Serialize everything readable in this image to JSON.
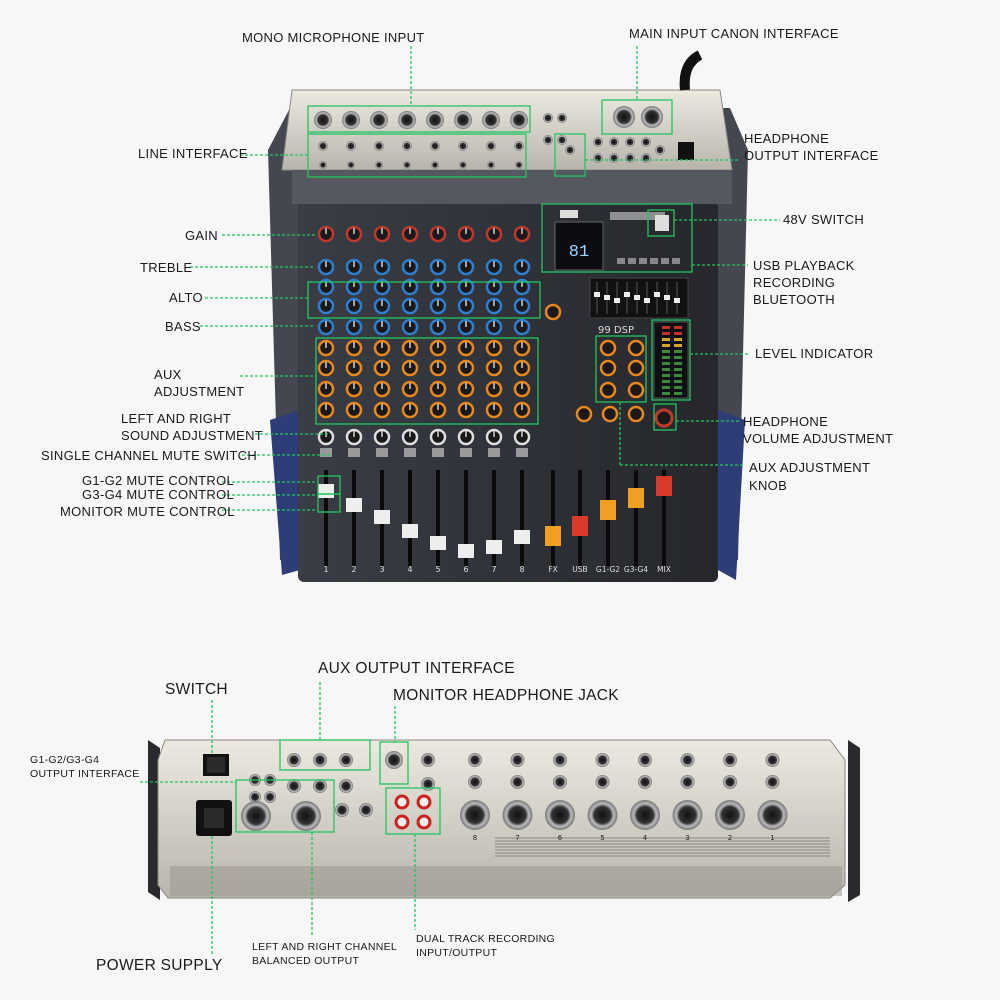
{
  "labels": {
    "mono_mic_input": "MONO MICROPHONE INPUT",
    "main_input_canon": "MAIN INPUT CANON INTERFACE",
    "line_interface": "LINE INTERFACE",
    "headphone_output_line1": "HEADPHONE",
    "headphone_output_line2": "OUTPUT INTERFACE",
    "gain": "GAIN",
    "switch_48v": "48V SWITCH",
    "treble": "TREBLE",
    "usb_line1": "USB PLAYBACK",
    "usb_line2": "RECORDING",
    "usb_line3": "BLUETOOTH",
    "alto": "ALTO",
    "bass": "BASS",
    "level_indicator": "LEVEL INDICATOR",
    "aux_adj_line1": "AUX",
    "aux_adj_line2": "ADJUSTMENT",
    "lr_sound_line1": "LEFT AND RIGHT",
    "lr_sound_line2": "SOUND ADJUSTMENT",
    "hp_volume_line1": "HEADPHONE",
    "hp_volume_line2": "VOLUME ADJUSTMENT",
    "single_mute": "SINGLE CHANNEL MUTE SWITCH",
    "aux_knob_line1": "AUX ADJUSTMENT",
    "aux_knob_line2": "KNOB",
    "g1g2_mute": "G1-G2 MUTE CONTROL",
    "g3g4_mute": "G3-G4 MUTE CONTROL",
    "monitor_mute": "MONITOR MUTE CONTROL",
    "aux_output": "AUX OUTPUT INTERFACE",
    "switch": "SWITCH",
    "monitor_headphone": "MONITOR HEADPHONE JACK",
    "g_output_line1": "G1-G2/G3-G4",
    "g_output_line2": "OUTPUT INTERFACE",
    "lr_balanced_line1": "LEFT AND RIGHT CHANNEL",
    "lr_balanced_line2": "BALANCED OUTPUT",
    "dual_track_line1": "DUAL TRACK RECORDING",
    "dual_track_line2": "INPUT/OUTPUT",
    "power_supply": "POWER SUPPLY"
  },
  "mixer": {
    "display_digits": "81",
    "channel_numbers": [
      "1",
      "2",
      "3",
      "4",
      "5",
      "6",
      "7",
      "8"
    ],
    "bus_labels": [
      "FX",
      "USB",
      "G1-G2",
      "G3-G4",
      "MIX"
    ],
    "dsp": "99 DSP",
    "rear_channel_numbers": [
      "8",
      "7",
      "6",
      "5",
      "4",
      "3",
      "2",
      "1"
    ]
  },
  "colors": {
    "callout": "#22c55e",
    "panel_dark": "#2b2d33",
    "panel_silver": "#c9c6bd",
    "knob_red": "#c0392b",
    "knob_blue": "#2f7fd1",
    "knob_orange": "#e8871e"
  }
}
